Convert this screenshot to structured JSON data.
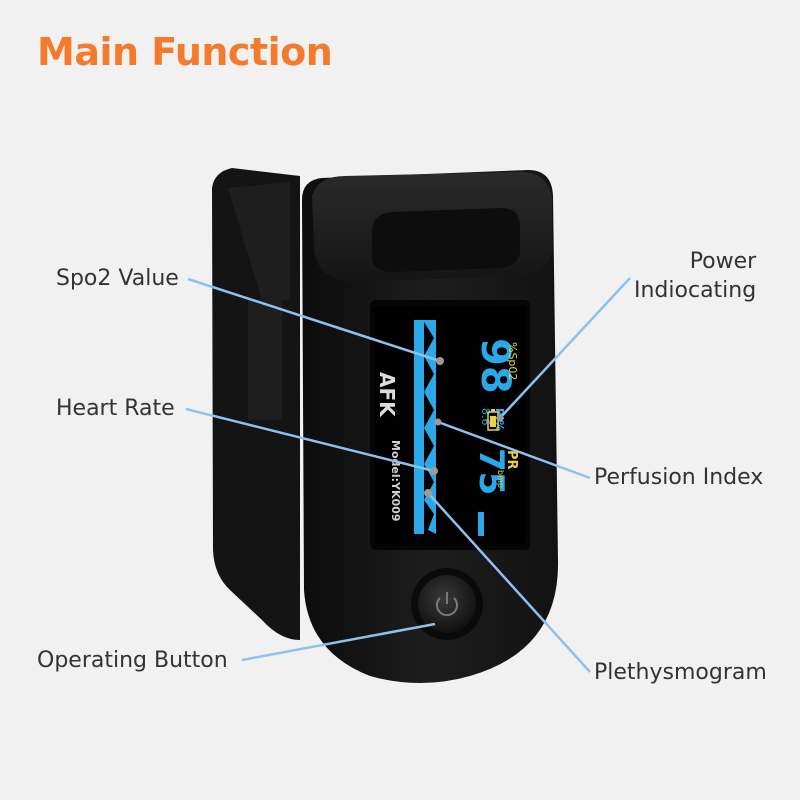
{
  "title": "Main Function",
  "labels": {
    "spo2": "Spo2 Value",
    "heart_rate": "Heart Rate",
    "operating_button": "Operating Button",
    "power_line1": "Power",
    "power_line2": "Indiocating",
    "perfusion": "Perfusion Index",
    "plethysmogram": "Plethysmogram"
  },
  "device": {
    "brand": "AFK",
    "model": "Model:YK009",
    "spo2_unit": "%Sp02",
    "spo2_value": "98",
    "pi_label": "PI%",
    "pi_value": "8.6",
    "pr_label": "PR",
    "pr_unit": "bmp",
    "pr_value": "75"
  },
  "colors": {
    "title": "#f47a2c",
    "leader": "#8fc1ee",
    "screen_cyan": "#2aa8e8",
    "screen_yellow": "#e8d24a"
  }
}
